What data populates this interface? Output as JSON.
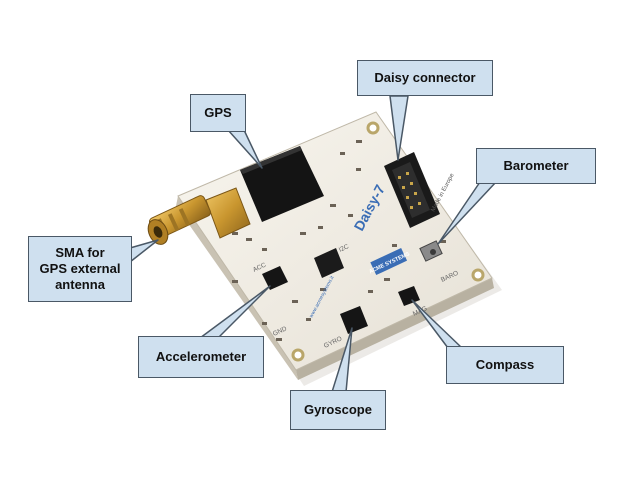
{
  "labels": {
    "gps": "GPS",
    "daisy_connector": "Daisy connector",
    "barometer": "Barometer",
    "sma": "SMA for\nGPS external\nantenna",
    "accelerometer": "Accelerometer",
    "compass": "Compass",
    "gyroscope": "Gyroscope"
  },
  "board_text": {
    "name": "Daisy-7",
    "maker": "ACME SYSTEMS",
    "made_in": "Made in Europe",
    "acc": "ACC",
    "gnd": "GND",
    "gyro": "GYRO",
    "mag": "MAG",
    "baro": "BARO",
    "i2c": "I2C",
    "url": "www.acmesystems.it"
  },
  "colors": {
    "callout_fill": "#cfe0ef",
    "callout_border": "#4a5866",
    "pcb": "#f3efe6",
    "connector_gold": "#c9962f"
  }
}
